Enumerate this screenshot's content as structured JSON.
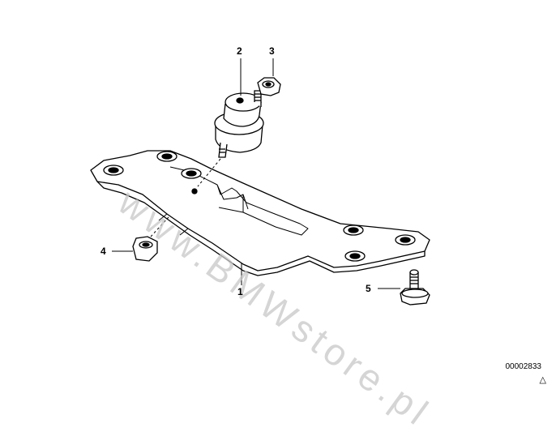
{
  "diagram": {
    "watermark": "www.BMWstore.pl",
    "document_number": "00002833",
    "corner_symbol": "△",
    "callouts": [
      {
        "number": "1"
      },
      {
        "number": "2"
      },
      {
        "number": "3"
      },
      {
        "number": "4"
      },
      {
        "number": "5"
      }
    ]
  }
}
